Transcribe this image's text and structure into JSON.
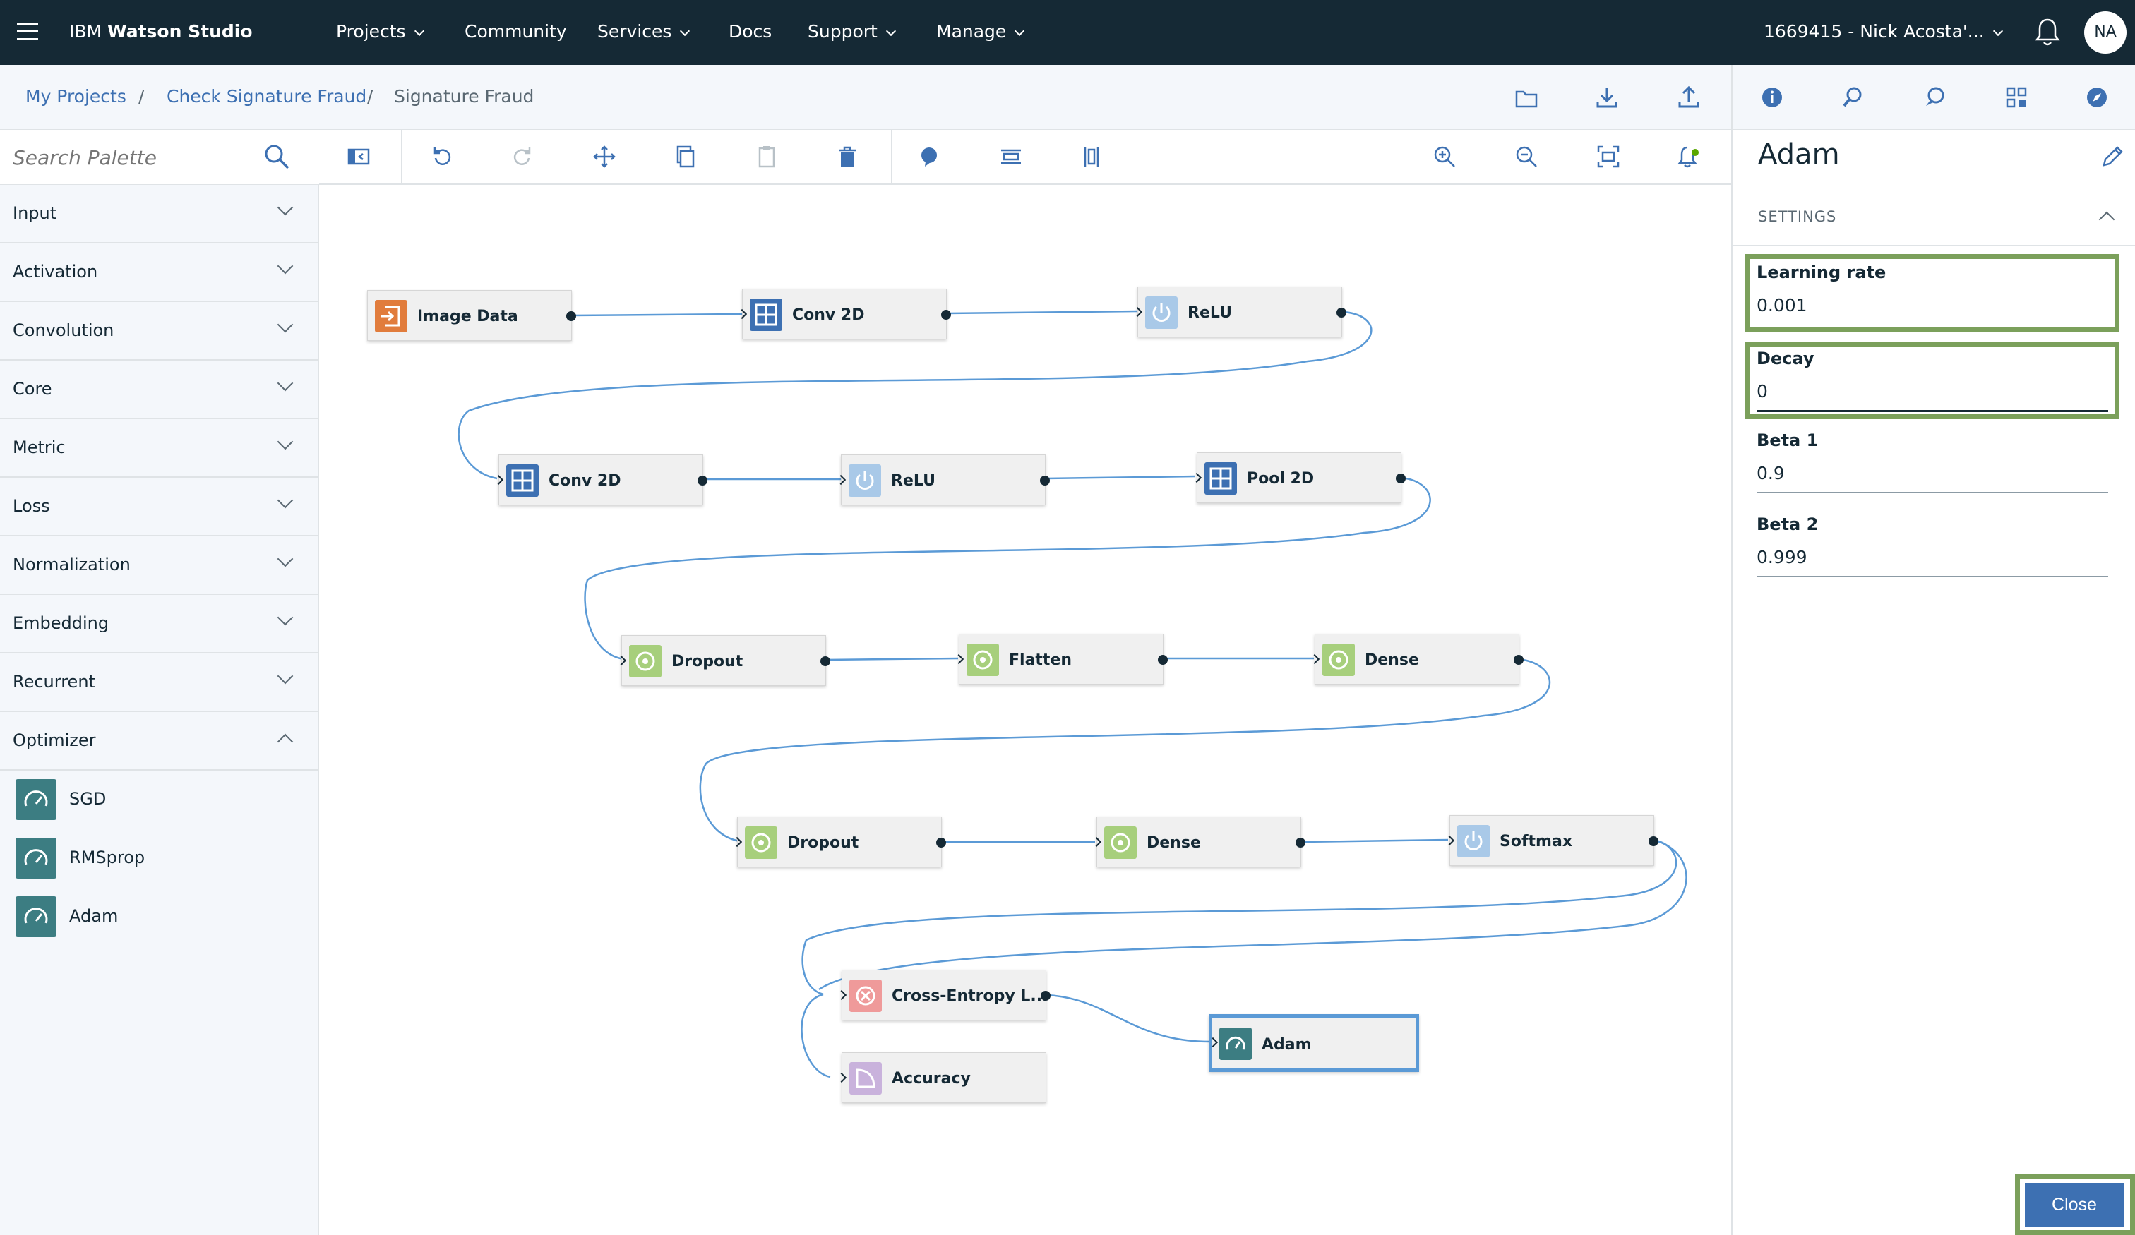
{
  "topnav": {
    "brand_prefix": "IBM ",
    "brand_name": "Watson Studio",
    "items": [
      {
        "label": "Projects"
      },
      {
        "label": "Community"
      },
      {
        "label": "Services"
      },
      {
        "label": "Docs"
      },
      {
        "label": "Support"
      },
      {
        "label": "Manage"
      }
    ],
    "account": "1669415 - Nick Acosta'...",
    "avatar": "NA"
  },
  "breadcrumb": {
    "items": [
      "My Projects",
      "Check Signature Fraud",
      "Signature Fraud"
    ],
    "separator": "/"
  },
  "palette": {
    "search_placeholder": "Search Palette",
    "categories": [
      "Input",
      "Activation",
      "Convolution",
      "Core",
      "Metric",
      "Loss",
      "Normalization",
      "Embedding",
      "Recurrent",
      "Optimizer"
    ],
    "optimizers": [
      "SGD",
      "RMSprop",
      "Adam"
    ]
  },
  "nodes": [
    {
      "label": "Image Data",
      "kind": "input"
    },
    {
      "label": "Conv 2D",
      "kind": "conv"
    },
    {
      "label": "ReLU",
      "kind": "activation"
    },
    {
      "label": "Conv 2D",
      "kind": "conv"
    },
    {
      "label": "ReLU",
      "kind": "activation"
    },
    {
      "label": "Pool 2D",
      "kind": "conv"
    },
    {
      "label": "Dropout",
      "kind": "core"
    },
    {
      "label": "Flatten",
      "kind": "core"
    },
    {
      "label": "Dense",
      "kind": "core"
    },
    {
      "label": "Dropout",
      "kind": "core"
    },
    {
      "label": "Dense",
      "kind": "core"
    },
    {
      "label": "Softmax",
      "kind": "activation"
    },
    {
      "label": "Cross-Entropy L...",
      "kind": "loss"
    },
    {
      "label": "Accuracy",
      "kind": "metric"
    },
    {
      "label": "Adam",
      "kind": "optimizer"
    }
  ],
  "node_colors": {
    "input": "#e17c3c",
    "conv": "#3d70b2",
    "activation": "#a9c9e8",
    "core": "#a7cf7c",
    "loss": "#ef9a9a",
    "metric": "#c9b2dc",
    "optimizer": "#3c7d82"
  },
  "panel": {
    "title": "Adam",
    "section": "SETTINGS",
    "fields": [
      {
        "label": "Learning rate",
        "value": "0.001"
      },
      {
        "label": "Decay",
        "value": "0"
      },
      {
        "label": "Beta 1",
        "value": "0.9"
      },
      {
        "label": "Beta 2",
        "value": "0.999"
      }
    ],
    "close_label": "Close"
  },
  "colors": {
    "nav_bg": "#152935",
    "accent": "#3d70b2",
    "highlight": "#7ba05b",
    "link": "#5b9ad6"
  }
}
